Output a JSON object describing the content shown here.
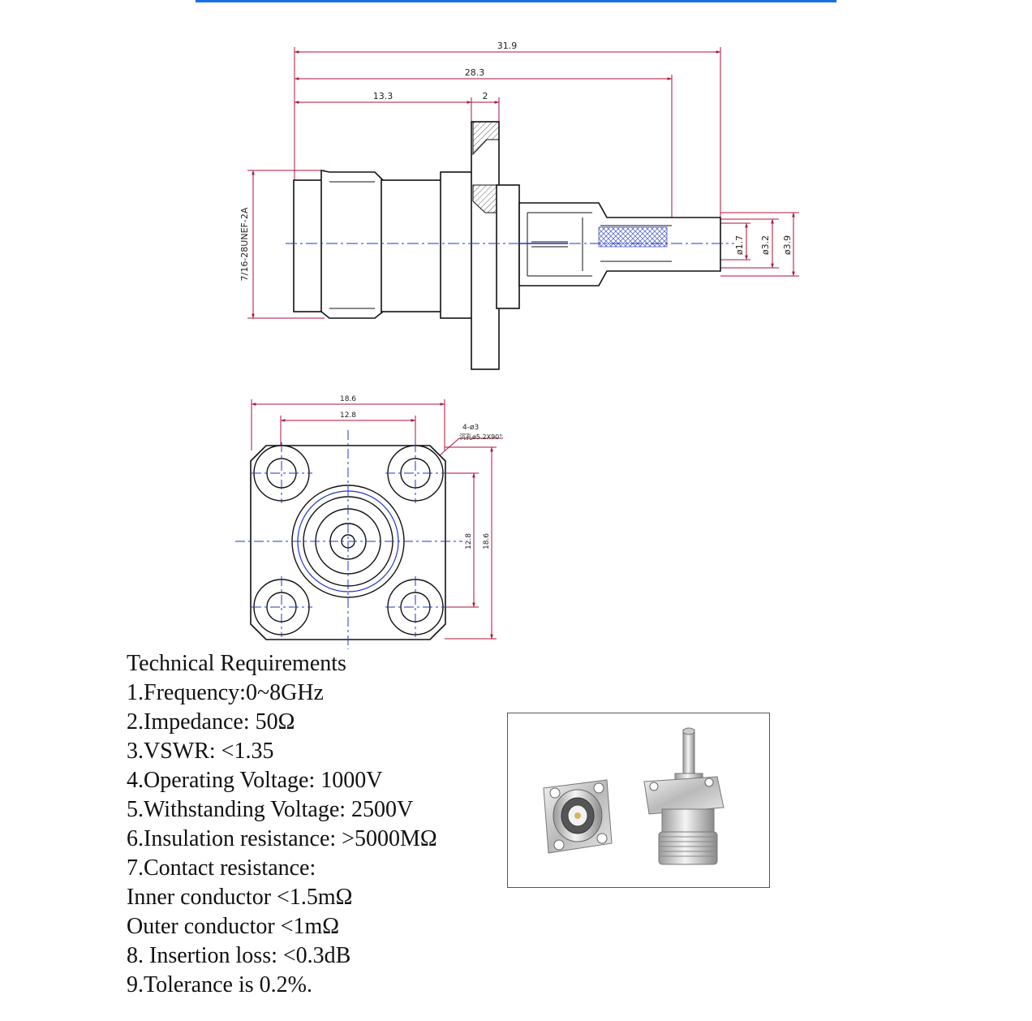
{
  "drawing": {
    "dims_side": {
      "overall": "31.9",
      "mid": "28.3",
      "to_flange": "13.3",
      "flange": "2",
      "thread": "7/16-28UNEF-2A",
      "d1": "ø1.7",
      "d2": "ø3.2",
      "d3": "ø3.9"
    },
    "dims_front": {
      "width": "18.6",
      "hole_pitch": "12.8",
      "holes": "4-ø3",
      "countersink": "沉孔ø5.2X90°",
      "v_pitch": "12.8",
      "height": "18.6"
    }
  },
  "requirements": {
    "title": "Technical Requirements",
    "items": [
      "1.Frequency:0~8GHz",
      "2.Impedance: 50Ω",
      "3.VSWR: <1.35",
      "4.Operating Voltage: 1000V",
      "5.Withstanding Voltage: 2500V",
      "6.Insulation resistance: >5000MΩ",
      "7.Contact resistance:",
      "Inner conductor <1.5mΩ",
      "Outer conductor <1mΩ",
      "8. Insertion loss: <0.3dB",
      "9.Tolerance is 0.2%."
    ]
  },
  "colors": {
    "accent": "#1a6fe6",
    "dimline": "#b0123a",
    "centerline": "#2233cc",
    "hatch": "#4455cc"
  }
}
